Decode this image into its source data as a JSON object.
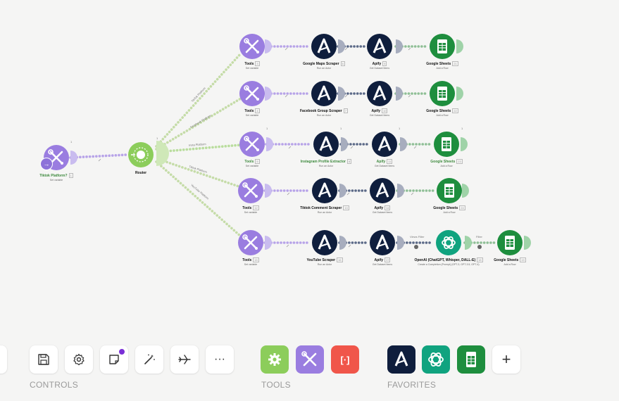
{
  "canvas": {
    "trigger": {
      "label": "Tiktok Platform?",
      "badge": "1",
      "sub": "Set variable",
      "count": "1"
    },
    "router": {
      "label": "Router",
      "count": "1"
    },
    "edge_labels": [
      "TikTok Platform",
      "Facebook Platform",
      "Insta Platform",
      "Tiktok Platform",
      "YouTube Platform"
    ],
    "rows": [
      {
        "tools": "Tools",
        "tools_badge": "3",
        "tools_sub": "Set variable",
        "scraper": "Google Maps Scraper",
        "scraper_badge": "6",
        "scraper_sub": "Run an Actor",
        "apify": "Apify",
        "apify_badge": "9",
        "apify_sub": "Get Dataset Items",
        "sheets": "Google Sheets",
        "sheets_badge": "21",
        "sheets_sub": "Add a Row"
      },
      {
        "tools": "Tools",
        "tools_badge": "4",
        "tools_sub": "Set variable",
        "scraper": "Facebook Group Scraper",
        "scraper_badge": "7",
        "scraper_sub": "Run an Actor",
        "apify": "Apify",
        "apify_badge": "10",
        "apify_sub": "Get Dataset Items",
        "sheets": "Google Sheets",
        "sheets_badge": "22",
        "sheets_sub": "Add a Row"
      },
      {
        "tools": "Tools",
        "tools_badge": "5",
        "tools_sub": "Set variable",
        "scraper": "Instagram Profile Extractor",
        "scraper_badge": "8",
        "scraper_sub": "Run an Actor",
        "apify": "Apify",
        "apify_badge": "11",
        "apify_sub": "Get Dataset Items",
        "sheets": "Google Sheets",
        "sheets_badge": "23",
        "sheets_sub": "Add a Row",
        "counts": [
          "1",
          "1",
          "1",
          "1"
        ]
      },
      {
        "tools": "Tools",
        "tools_badge": "12",
        "tools_sub": "Set variable",
        "scraper": "Tiktok Comment Scraper",
        "scraper_badge": "13",
        "scraper_sub": "Run an Actor",
        "apify": "Apify",
        "apify_badge": "14",
        "apify_sub": "Get Dataset Items",
        "sheets": "Google Sheets",
        "sheets_badge": "24",
        "sheets_sub": "Add a Row"
      },
      {
        "tools": "Tools",
        "tools_badge": "15",
        "tools_sub": "Set variable",
        "scraper": "YouTube Scraper",
        "scraper_badge": "16",
        "scraper_sub": "Run an Actor",
        "apify": "Apify",
        "apify_badge": "17",
        "apify_sub": "Get Dataset Items",
        "openai": "OpenAI (ChatGPT, Whisper, DALL-E)",
        "openai_badge": "18",
        "openai_sub": "Create a Completion (Prompt) (GPT-3, GPT-3.5, GPT-4)",
        "sheets": "Google Sheets",
        "sheets_badge": "19",
        "sheets_sub": "Add a Row",
        "filter1": "Views Filter",
        "filter2": "Filter"
      }
    ]
  },
  "toolbar": {
    "controls_label": "CONTROLS",
    "tools_label": "TOOLS",
    "favorites_label": "FAVORITES",
    "more_label": "···",
    "add_label": "+",
    "bracket_label": "[·]"
  },
  "colors": {
    "tools_purple": "#9a7de0",
    "router_green": "#8ccd5b",
    "apify_navy": "#0f1e3d",
    "openai_green": "#10a37f",
    "sheets_green": "#1e8e3e",
    "json_red": "#f0564a"
  },
  "icons": [
    "wrench-cross-icon",
    "apify-icon",
    "sheets-icon",
    "openai-icon",
    "router-icon",
    "save-icon",
    "gear-icon",
    "note-icon",
    "magic-wand-icon",
    "airplane-icon",
    "more-icon",
    "plus-icon"
  ]
}
